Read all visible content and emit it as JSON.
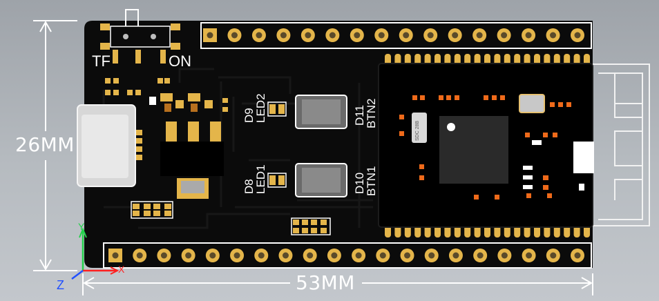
{
  "board": {
    "switch_left_label": "TF",
    "switch_right_label": "ON",
    "led_upper_ref": "D9",
    "led_upper_name": "LED2",
    "led_lower_ref": "D8",
    "led_lower_name": "LED1",
    "button_upper_ref": "D11",
    "button_upper_name": "BTN2",
    "button_lower_ref": "D10",
    "button_lower_name": "BTN1",
    "crystal_marking": "SDC 28B",
    "header_top_pin_count": 16,
    "header_bottom_pin_count": 20
  },
  "dimensions": {
    "height_label": "26MM",
    "width_label": "53MM"
  },
  "axes": {
    "x_label": "X",
    "y_label": "Y",
    "z_label": "Z"
  },
  "colors": {
    "board": "#0b0b0b",
    "gold": "#e4b54a",
    "silkscreen": "#ffffff",
    "dimension_line": "#ffffff",
    "axis_x": "#ff2020",
    "axis_y": "#22d14a",
    "axis_z": "#2050ff"
  }
}
